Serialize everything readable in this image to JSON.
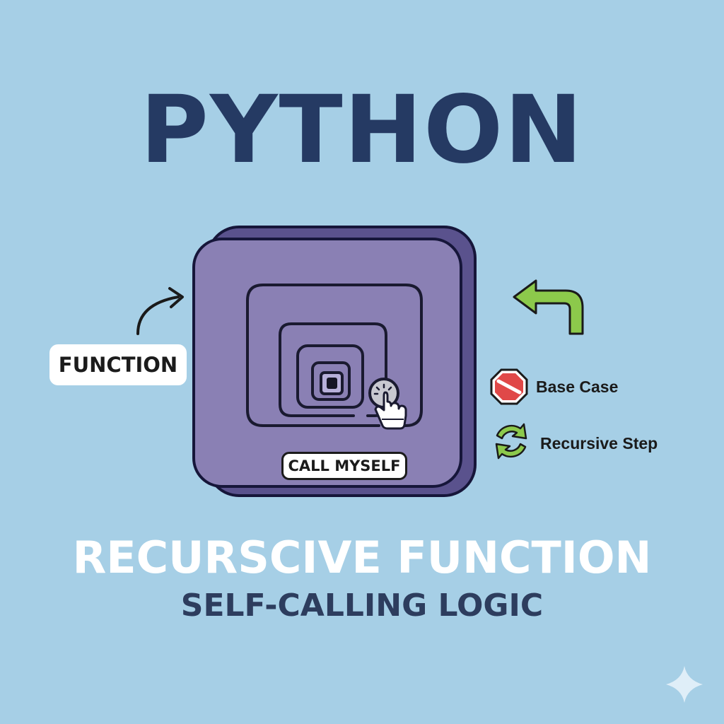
{
  "header": {
    "title": "PYTHON"
  },
  "diagram": {
    "function_label": "FUNCTION",
    "call_label": "CALL MYSELF"
  },
  "legend": {
    "base_case": "Base Case",
    "recursive_step": "Recursive Step"
  },
  "footer": {
    "heading": "RECURSCIVE FUNCTION",
    "subheading": "SELF-CALLING LOGIC"
  },
  "colors": {
    "background": "#a6cfe6",
    "title": "#253a63",
    "box_face": "#8a80b4",
    "box_side": "#5a528d",
    "stop": "#e04848",
    "arrow_green": "#8cc94b"
  }
}
